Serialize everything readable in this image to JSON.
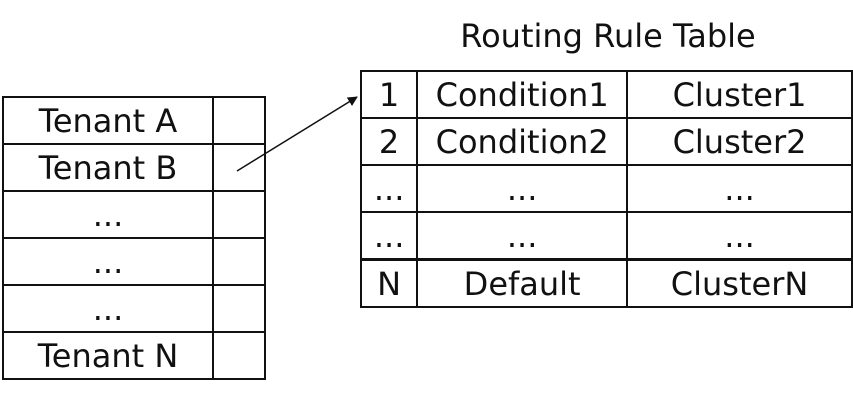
{
  "title": "Routing Rule Table",
  "tenants": [
    "Tenant A",
    "Tenant B",
    "...",
    "...",
    "...",
    "Tenant N"
  ],
  "rules": [
    {
      "index": "1",
      "condition": "Condition1",
      "cluster": "Cluster1"
    },
    {
      "index": "2",
      "condition": "Condition2",
      "cluster": "Cluster2"
    },
    {
      "index": "...",
      "condition": "...",
      "cluster": "..."
    },
    {
      "index": "...",
      "condition": "...",
      "cluster": "..."
    },
    {
      "index": "N",
      "condition": "Default",
      "cluster": "ClusterN"
    }
  ]
}
